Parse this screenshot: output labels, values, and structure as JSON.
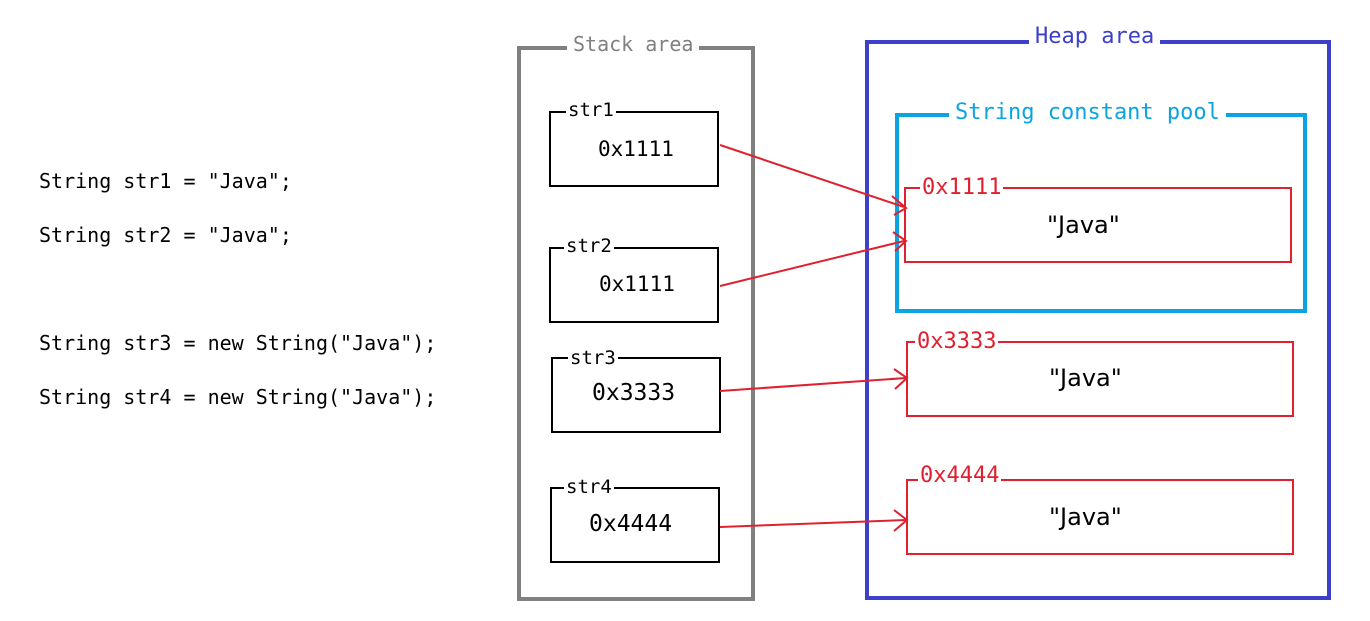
{
  "code_lines": [
    "String str1 = \"Java\";",
    "String str2 = \"Java\";",
    "String str3 = new String(\"Java\");",
    "String str4 = new String(\"Java\");"
  ],
  "stack": {
    "title": "Stack area",
    "vars": [
      {
        "name": "str1",
        "value": "0x1111"
      },
      {
        "name": "str2",
        "value": "0x1111"
      },
      {
        "name": "str3",
        "value": "0x3333"
      },
      {
        "name": "str4",
        "value": "0x4444"
      }
    ]
  },
  "heap": {
    "title": "Heap area",
    "pool": {
      "title": "String constant pool",
      "objects": [
        {
          "address": "0x1111",
          "value": "\"Java\""
        }
      ]
    },
    "objects": [
      {
        "address": "0x3333",
        "value": "\"Java\""
      },
      {
        "address": "0x4444",
        "value": "\"Java\""
      }
    ]
  },
  "colors": {
    "stack": "#808080",
    "heap": "#3d40c8",
    "pool": "#0aa4e2",
    "object": "#e0202e",
    "arrow": "#e0202e"
  }
}
